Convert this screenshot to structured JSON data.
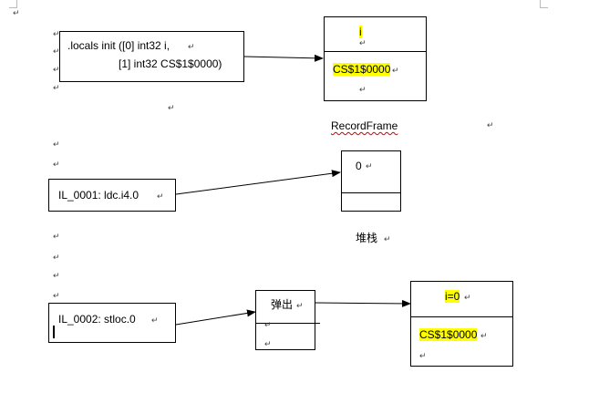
{
  "paragraph_mark": "↵",
  "locals_box": {
    "line1": ".locals init ([0] int32 i,",
    "line2": "[1] int32 CS$1$0000)"
  },
  "record_frame": {
    "cell1": "i",
    "cell2": "CS$1$0000",
    "caption": "RecordFrame"
  },
  "instr_ldc": {
    "text": "IL_0001: ldc.i4.0"
  },
  "stack": {
    "value": "0",
    "caption": "堆栈"
  },
  "instr_stloc": {
    "text": "IL_0002:    stloc.0"
  },
  "pop_box": {
    "label": "弹出"
  },
  "result_frame": {
    "cell1": "i=0",
    "cell2": "CS$1$0000"
  },
  "colors": {
    "highlight": "#ffff00",
    "line": "#000000",
    "mark": "#444444"
  }
}
